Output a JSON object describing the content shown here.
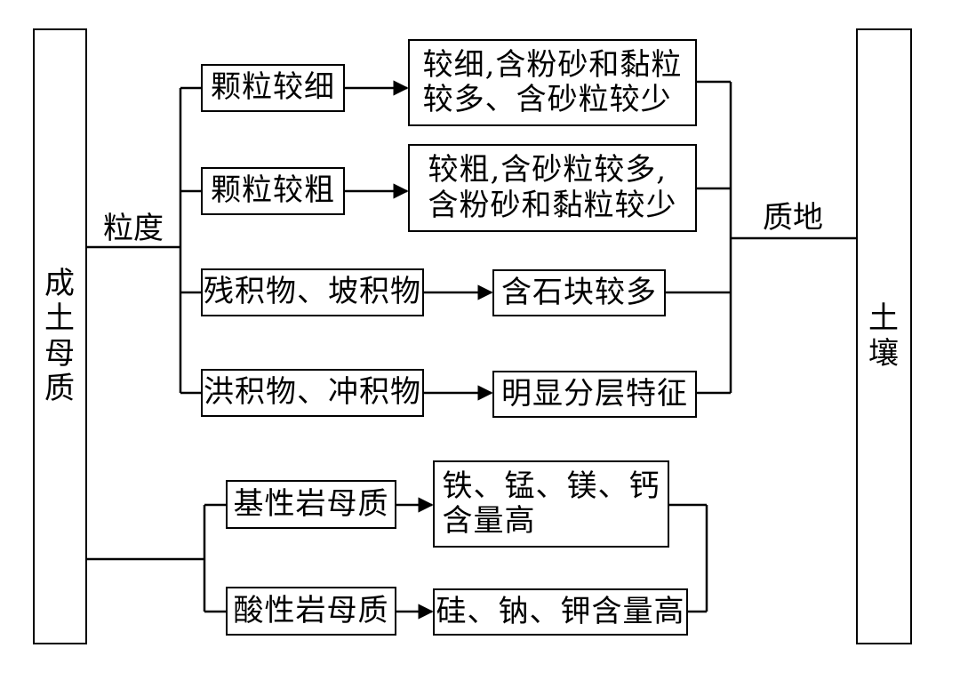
{
  "left_column": [
    "成",
    "土",
    "母",
    "质"
  ],
  "right_column": [
    "土",
    "壤"
  ],
  "label_lidu": "粒度",
  "label_zhidi": "质地",
  "rows": [
    {
      "category": "颗粒较细",
      "result": "较细,含粉砂和黏粒\n较多、含砂粒较少"
    },
    {
      "category": "颗粒较粗",
      "result": "较粗,含砂粒较多,\n含粉砂和黏粒较少"
    },
    {
      "category": "残积物、坡积物",
      "result": "含石块较多"
    },
    {
      "category": "洪积物、冲积物",
      "result": "明显分层特征"
    }
  ],
  "rock_rows": [
    {
      "category": "基性岩母质",
      "result": "铁、锰、镁、钙\n含量高"
    },
    {
      "category": "酸性岩母质",
      "result": "硅、钠、钾含量高"
    }
  ]
}
